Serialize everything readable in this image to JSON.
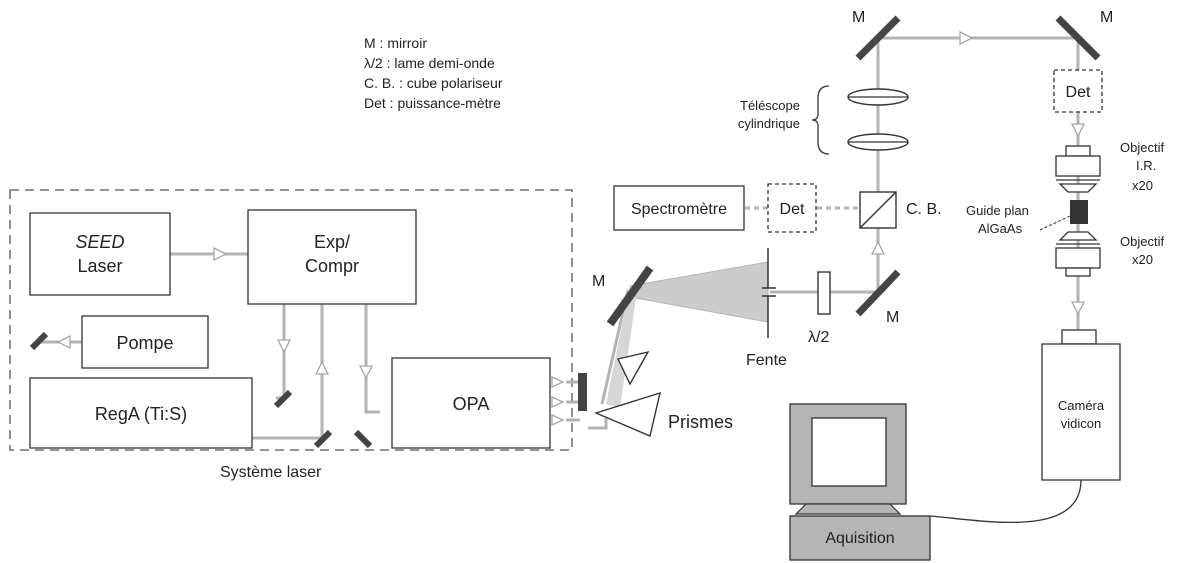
{
  "legend": [
    "M : mirroir",
    "λ/2 : lame demi-onde",
    "C. B. : cube polariseur",
    "Det : puissance-mètre"
  ],
  "labels": {
    "seed_italic": "SEED",
    "seed_rest": "Laser",
    "exp_line1": "Exp/",
    "exp_line2": "Compr",
    "pompe": "Pompe",
    "rega": "RegA (Ti:S)",
    "opa": "OPA",
    "systeme": "Système laser",
    "prismes": "Prismes",
    "fente": "Fente",
    "lambda2": "λ/2",
    "spectro": "Spectromètre",
    "det": "Det",
    "cb": "C. B.",
    "telescope_1": "Téléscope",
    "telescope_2": "cylindrique",
    "objectif_ir_1": "Objectif",
    "objectif_ir_2": "I.R.",
    "objectif_ir_3": "x20",
    "guide_1": "Guide plan",
    "guide_2": "AlGaAs",
    "objectif_1": "Objectif",
    "objectif_2": "x20",
    "camera_1": "Caméra",
    "camera_2": "vidicon",
    "aquisition": "Aquisition",
    "mirror": "M"
  },
  "colors": {
    "beam": "#b3b3b3",
    "mirror": "#444444",
    "outline": "#333333",
    "gray_fill": "#b5b5b5",
    "cone": "#cccccc"
  }
}
